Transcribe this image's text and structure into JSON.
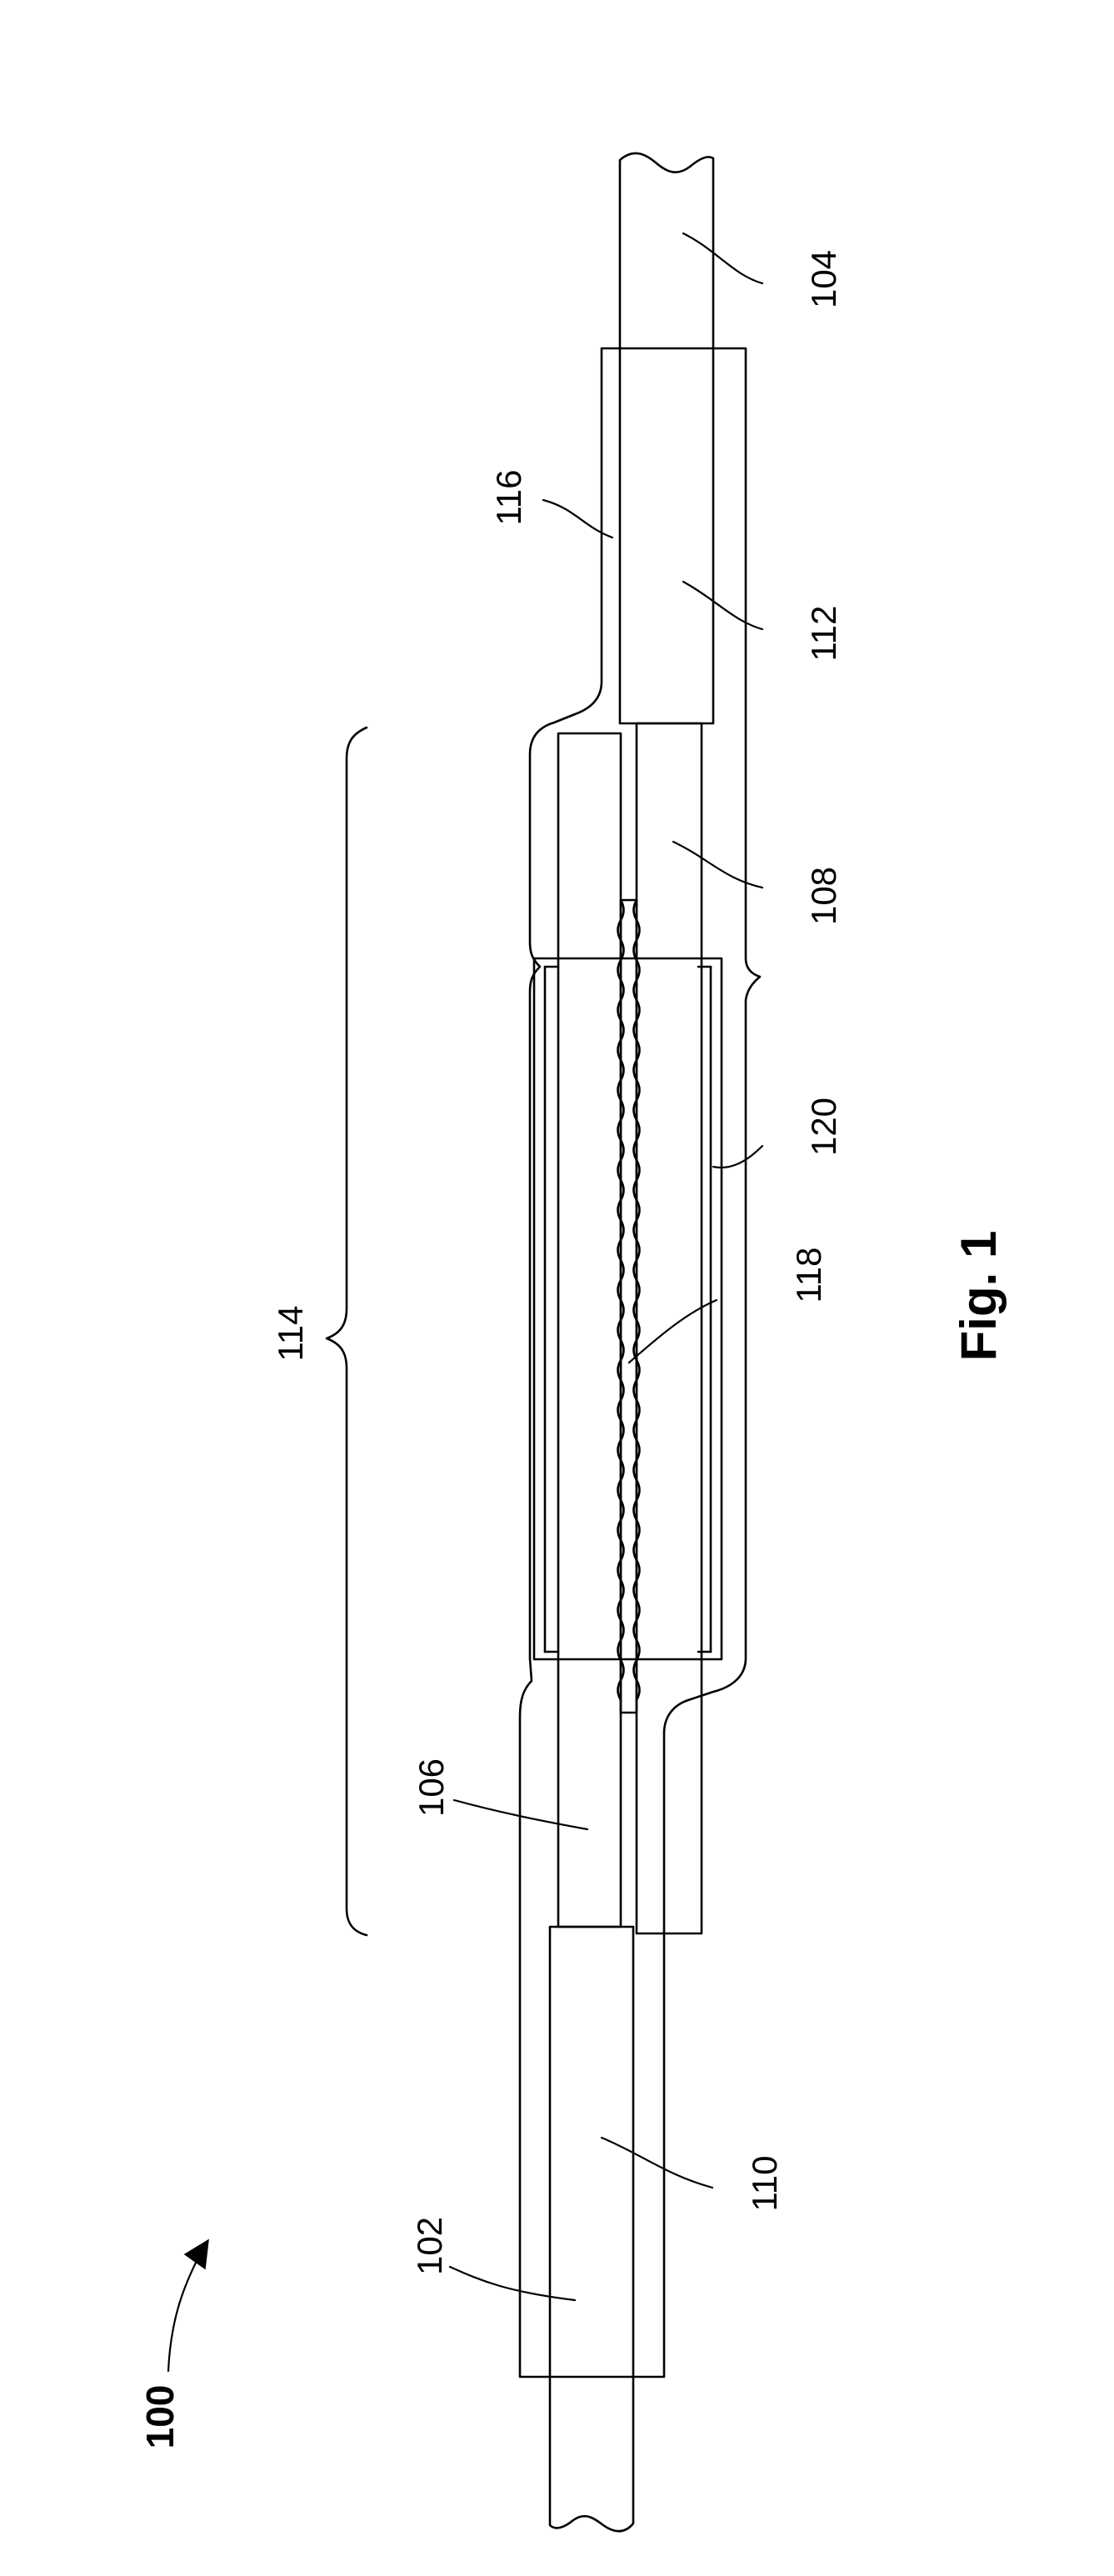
{
  "figure": {
    "title": "Fig. 1",
    "main_reference": "100",
    "reference_numerals": {
      "r102": "102",
      "r104": "104",
      "r106": "106",
      "r108": "108",
      "r110": "110",
      "r112": "112",
      "r114": "114",
      "r116": "116",
      "r118": "118",
      "r120": "120"
    }
  }
}
